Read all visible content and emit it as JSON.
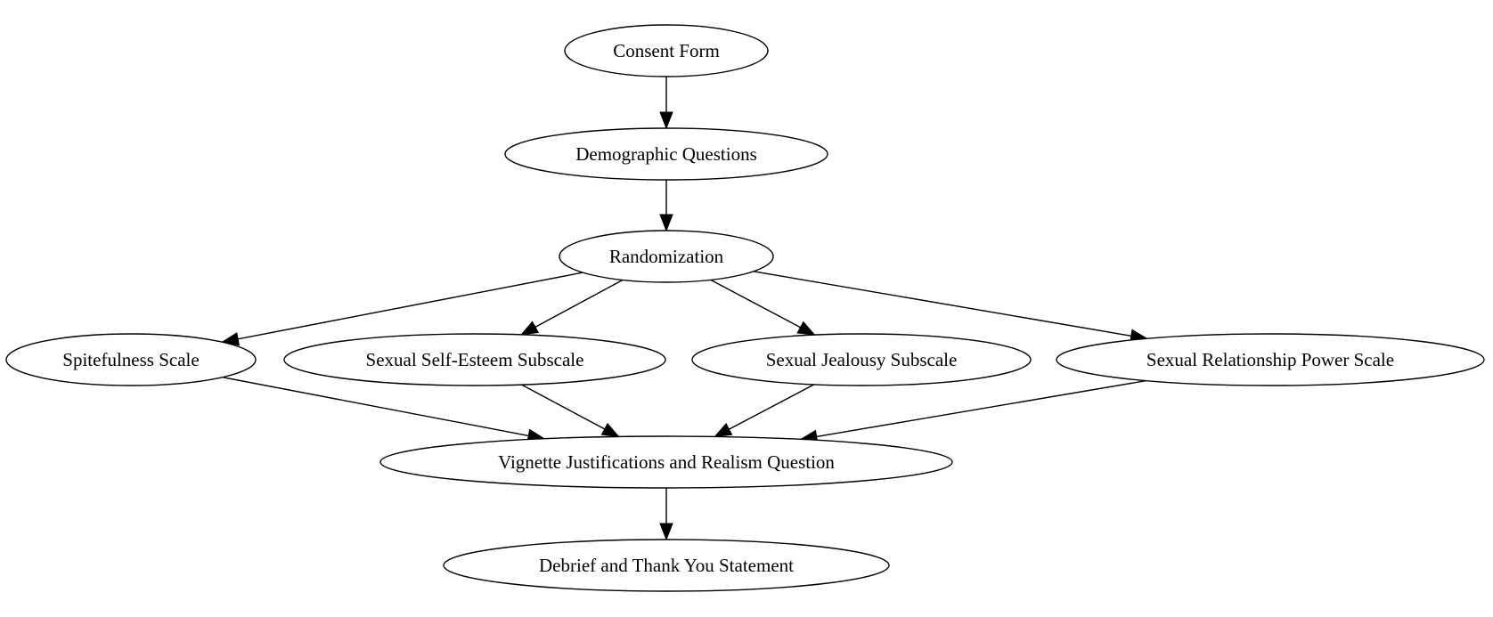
{
  "diagram": {
    "type": "flowchart",
    "nodes": [
      {
        "id": "consent",
        "label": "Consent Form"
      },
      {
        "id": "demographic",
        "label": "Demographic Questions"
      },
      {
        "id": "randomization",
        "label": "Randomization"
      },
      {
        "id": "spitefulness",
        "label": "Spitefulness Scale"
      },
      {
        "id": "self_esteem",
        "label": "Sexual Self-Esteem Subscale"
      },
      {
        "id": "jealousy",
        "label": "Sexual Jealousy Subscale"
      },
      {
        "id": "power",
        "label": "Sexual Relationship Power Scale"
      },
      {
        "id": "vignette",
        "label": "Vignette Justifications and Realism Question"
      },
      {
        "id": "debrief",
        "label": "Debrief and Thank You Statement"
      }
    ],
    "edges": [
      {
        "from": "consent",
        "to": "demographic"
      },
      {
        "from": "demographic",
        "to": "randomization"
      },
      {
        "from": "randomization",
        "to": "spitefulness"
      },
      {
        "from": "randomization",
        "to": "self_esteem"
      },
      {
        "from": "randomization",
        "to": "jealousy"
      },
      {
        "from": "randomization",
        "to": "power"
      },
      {
        "from": "spitefulness",
        "to": "vignette"
      },
      {
        "from": "self_esteem",
        "to": "vignette"
      },
      {
        "from": "jealousy",
        "to": "vignette"
      },
      {
        "from": "power",
        "to": "vignette"
      },
      {
        "from": "vignette",
        "to": "debrief"
      }
    ]
  }
}
